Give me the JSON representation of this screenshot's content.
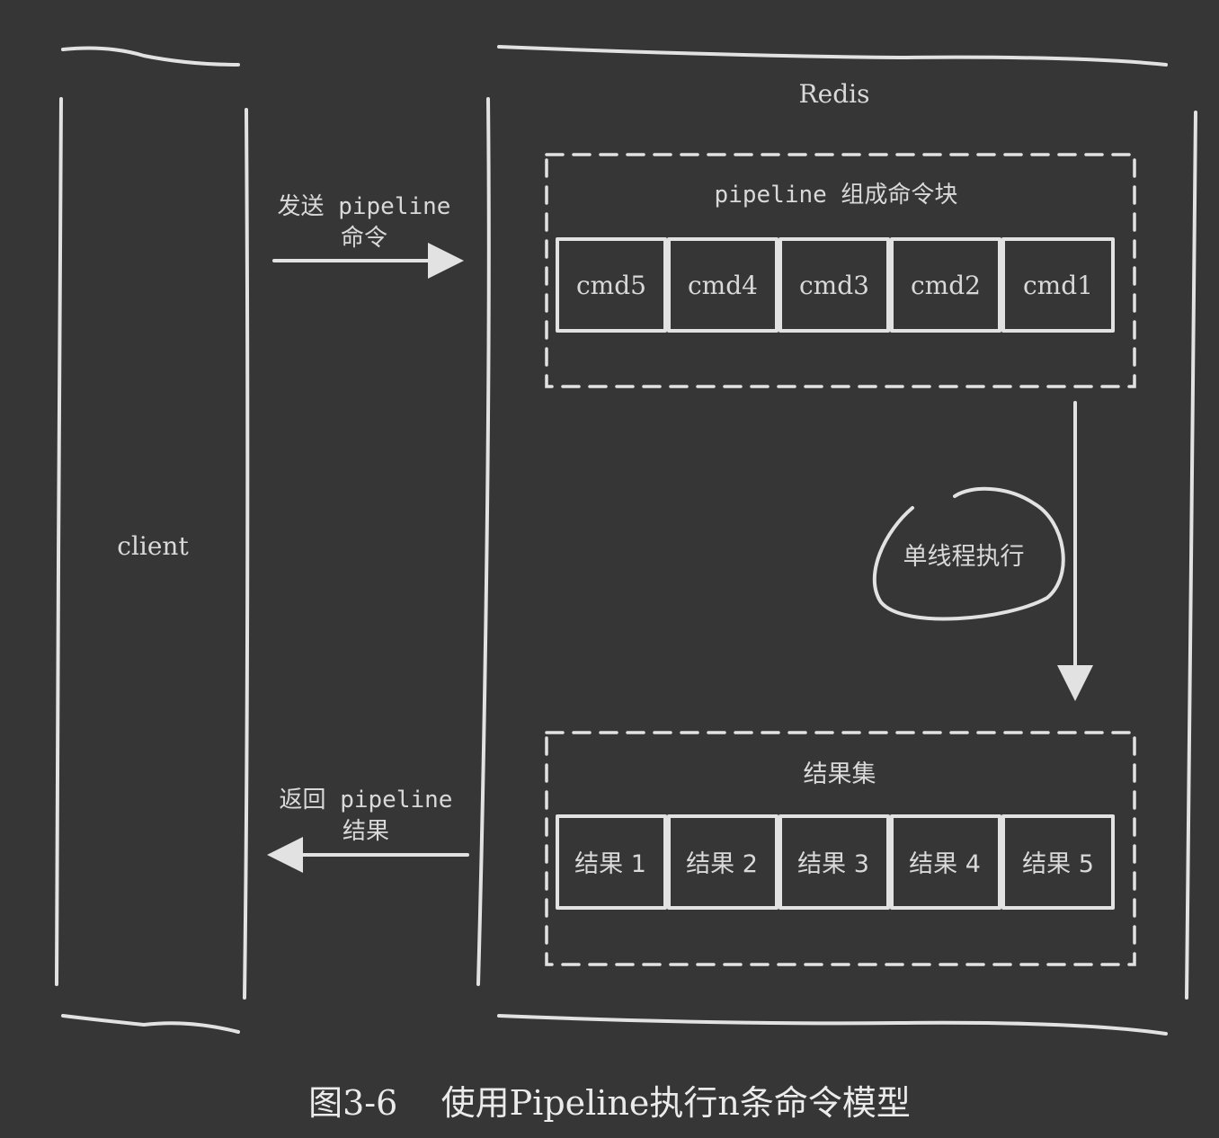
{
  "client": {
    "label": "client"
  },
  "redis": {
    "label": "Redis"
  },
  "send": {
    "line1": "发送 pipeline",
    "line2": "命令"
  },
  "ret": {
    "line1": "返回 pipeline",
    "line2": "结果"
  },
  "command_block": {
    "title": "pipeline 组成命令块",
    "cells": [
      "cmd5",
      "cmd4",
      "cmd3",
      "cmd2",
      "cmd1"
    ]
  },
  "execution": {
    "label": "单线程执行"
  },
  "result_set": {
    "title": "结果集",
    "cells": [
      "结果 1",
      "结果 2",
      "结果 3",
      "结果 4",
      "结果 5"
    ]
  },
  "caption": "图3-6    使用Pipeline执行n条命令模型"
}
